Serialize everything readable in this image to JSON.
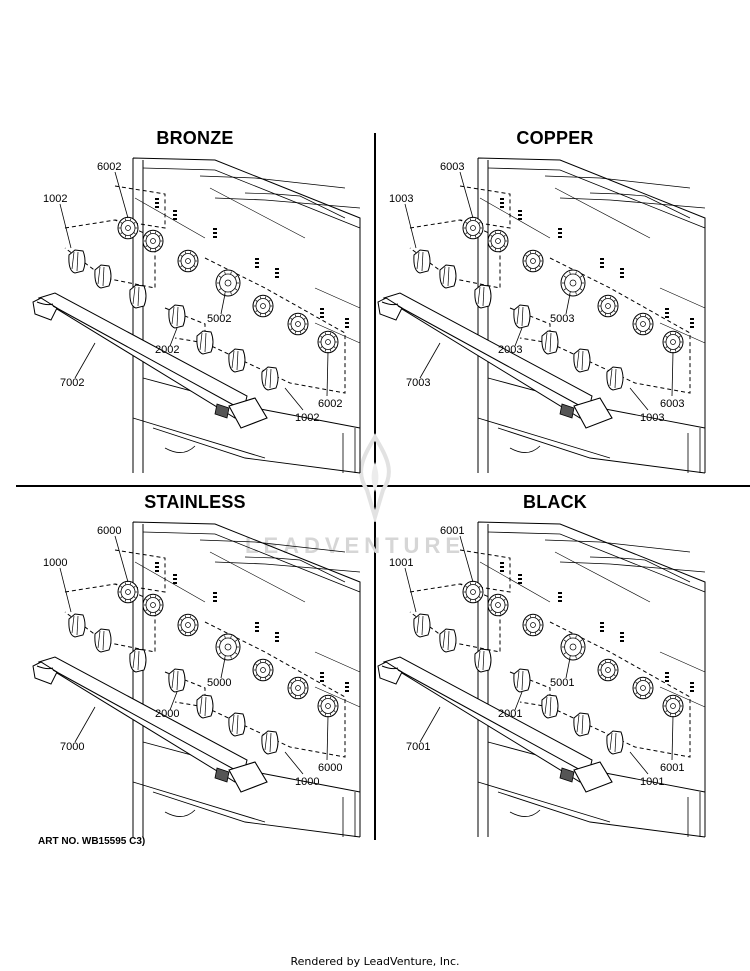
{
  "quadrants": [
    {
      "title": "BRONZE",
      "label_top_knob": "6002",
      "label_left_knob": "1002",
      "label_center_ring": "5002",
      "label_small_knob": "2002",
      "label_handle": "7002",
      "label_bottom_knob": "1002",
      "label_right_ring": "6002"
    },
    {
      "title": "COPPER",
      "label_top_knob": "6003",
      "label_left_knob": "1003",
      "label_center_ring": "5003",
      "label_small_knob": "2003",
      "label_handle": "7003",
      "label_bottom_knob": "1003",
      "label_right_ring": "6003"
    },
    {
      "title": "STAINLESS",
      "label_top_knob": "6000",
      "label_left_knob": "1000",
      "label_center_ring": "5000",
      "label_small_knob": "2000",
      "label_handle": "7000",
      "label_bottom_knob": "1000",
      "label_right_ring": "6000"
    },
    {
      "title": "BLACK",
      "label_top_knob": "6001",
      "label_left_knob": "1001",
      "label_center_ring": "5001",
      "label_small_knob": "2001",
      "label_handle": "7001",
      "label_bottom_knob": "1001",
      "label_right_ring": "6001"
    }
  ],
  "watermark": "LEADVENTURE",
  "art_number": "ART NO. WB15595 C3)",
  "footer": "Rendered by LeadVenture, Inc."
}
